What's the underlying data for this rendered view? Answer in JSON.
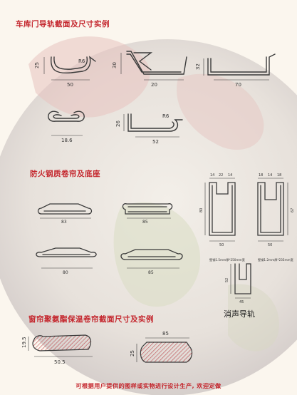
{
  "sections": {
    "garage": {
      "title": "车库门导轨截面及尺寸实例"
    },
    "fire": {
      "title": "防火钢质卷帘及底座"
    },
    "insulation": {
      "title": "窗帘聚氨酯保温卷帘截面尺寸及实例"
    }
  },
  "garage_dims": {
    "p1_height": "25",
    "p1_radius": "R6",
    "p1_width": "50",
    "p2_height": "30",
    "p2_width": "20",
    "p3_height": "32",
    "p3_width": "70",
    "p4_width": "18.6",
    "p5_height": "26",
    "p5_radius": "R6",
    "p5_width": "52"
  },
  "fire_dims": {
    "b1_width": "83",
    "b2_width": "85",
    "b3_width": "80",
    "b4_width": "85",
    "rail1_top": [
      "14",
      "22",
      "14"
    ],
    "rail1_height": "80",
    "rail1_width": "50",
    "rail1_caption": "壁钢1.5mm厚*250mm宽",
    "rail2_top": [
      "18",
      "14",
      "18"
    ],
    "rail2_height": "67",
    "rail2_width": "50",
    "rail2_caption": "壁钢1.2mm厚*235mm宽",
    "rail3_height": "52",
    "rail3_width": "45",
    "rail3_label": "消声导轨"
  },
  "insulation_dims": {
    "s1_height": "19.5",
    "s1_width": "50.5",
    "s2_height": "25",
    "s2_width": "85"
  },
  "footer_text": "可根据用户提供的图样或实物进行设计生产, 欢迎定做",
  "colors": {
    "heading": "#c4262d",
    "line": "#3a3a3a",
    "hatch": "#b8333b"
  }
}
